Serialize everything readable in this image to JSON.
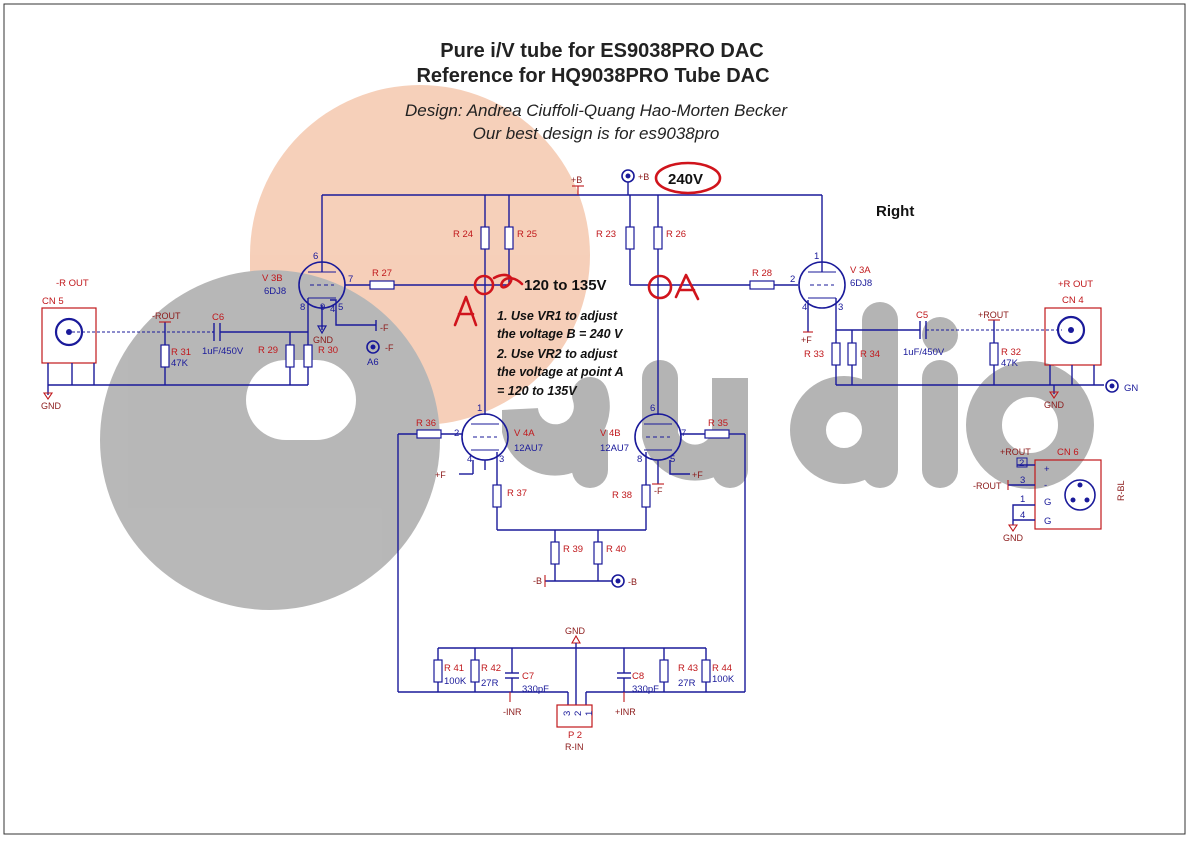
{
  "title": {
    "line1": "Pure i/V tube for ES9038PRO DAC",
    "line2": "Reference for HQ9038PRO Tube DAC",
    "line3": "Design: Andrea Ciuffoli-Quang Hao-Morten Becker",
    "line4": "Our best design is for es9038pro"
  },
  "annotations": {
    "voltage_b": "240V",
    "range": "120 to 135V",
    "side": "Right",
    "point": "A",
    "note1a": "1. Use VR1 to adjust",
    "note1b": "the voltage B = 240 V",
    "note2a": "2. Use VR2 to adjust",
    "note2b": "the voltage at point A",
    "note2c": "= 120 to 135V"
  },
  "nets": {
    "plus_b": "+B",
    "minus_b": "-B",
    "plus_f": "+F",
    "minus_f": "-F",
    "gnd": "GND",
    "gn": "GN",
    "rout_neg": "-ROUT",
    "rout_pos": "+ROUT",
    "inr_neg": "-INR",
    "inr_pos": "+INR",
    "a6": "A6",
    "rbl": "R-BL",
    "rin": "R-IN"
  },
  "connectors": {
    "cn5": "CN 5",
    "cn4": "CN 4",
    "cn6": "CN 6",
    "p2": "P 2",
    "rout_in_label": "-R OUT",
    "rout_in_label2": "+R OUT",
    "cn6_pins": [
      "2",
      "3",
      "1",
      "4"
    ],
    "cn6_signals": [
      "+",
      "-",
      "G",
      "G"
    ],
    "p2_pins": [
      "3",
      "2",
      "1"
    ]
  },
  "tubes": {
    "v3b": "V 3B",
    "v3b_type": "6DJ8",
    "v3a": "V 3A",
    "v3a_type": "6DJ8",
    "v4a": "V 4A",
    "v4a_type": "12AU7",
    "v4b": "V 4B",
    "v4b_type": "12AU7"
  },
  "parts": {
    "r23": "R 23",
    "r24": "R 24",
    "r25": "R 25",
    "r26": "R 26",
    "r27": "R 27",
    "r28": "R 28",
    "r29": "R 29",
    "r30": "R 30",
    "r31": "R 31",
    "r31_val": "47K",
    "r32": "R 32",
    "r32_val": "47K",
    "r33": "R 33",
    "r34": "R 34",
    "r35": "R 35",
    "r36": "R 36",
    "r37": "R 37",
    "r38": "R 38",
    "r39": "R 39",
    "r40": "R 40",
    "r41": "R 41",
    "r41_val": "100K",
    "r42": "R 42",
    "r42_val": "27R",
    "r43": "R 43",
    "r43_val": "27R",
    "r44": "R 44",
    "r44_val": "100K",
    "c5": "C5",
    "c5_val": "1uF/450V",
    "c6": "C6",
    "c6_val": "1uF/450V",
    "c7": "C7",
    "c7_val": "330pF",
    "c8": "C8",
    "c8_val": "330pF"
  },
  "pins": {
    "v3b": [
      "6",
      "7",
      "8",
      "9",
      "4",
      "5"
    ],
    "v3a": [
      "1",
      "2",
      "3",
      "4"
    ],
    "v4a": [
      "1",
      "2",
      "3",
      "4"
    ],
    "v4b": [
      "6",
      "7",
      "8",
      "5"
    ]
  },
  "colors": {
    "wire": "#1a1a9a",
    "refdes": "#c0181c",
    "handwriting": "#d0141c",
    "watermark_grey": "#a8a8a8",
    "watermark_peach": "#f4c8b0"
  },
  "watermark": "hq audio logo"
}
